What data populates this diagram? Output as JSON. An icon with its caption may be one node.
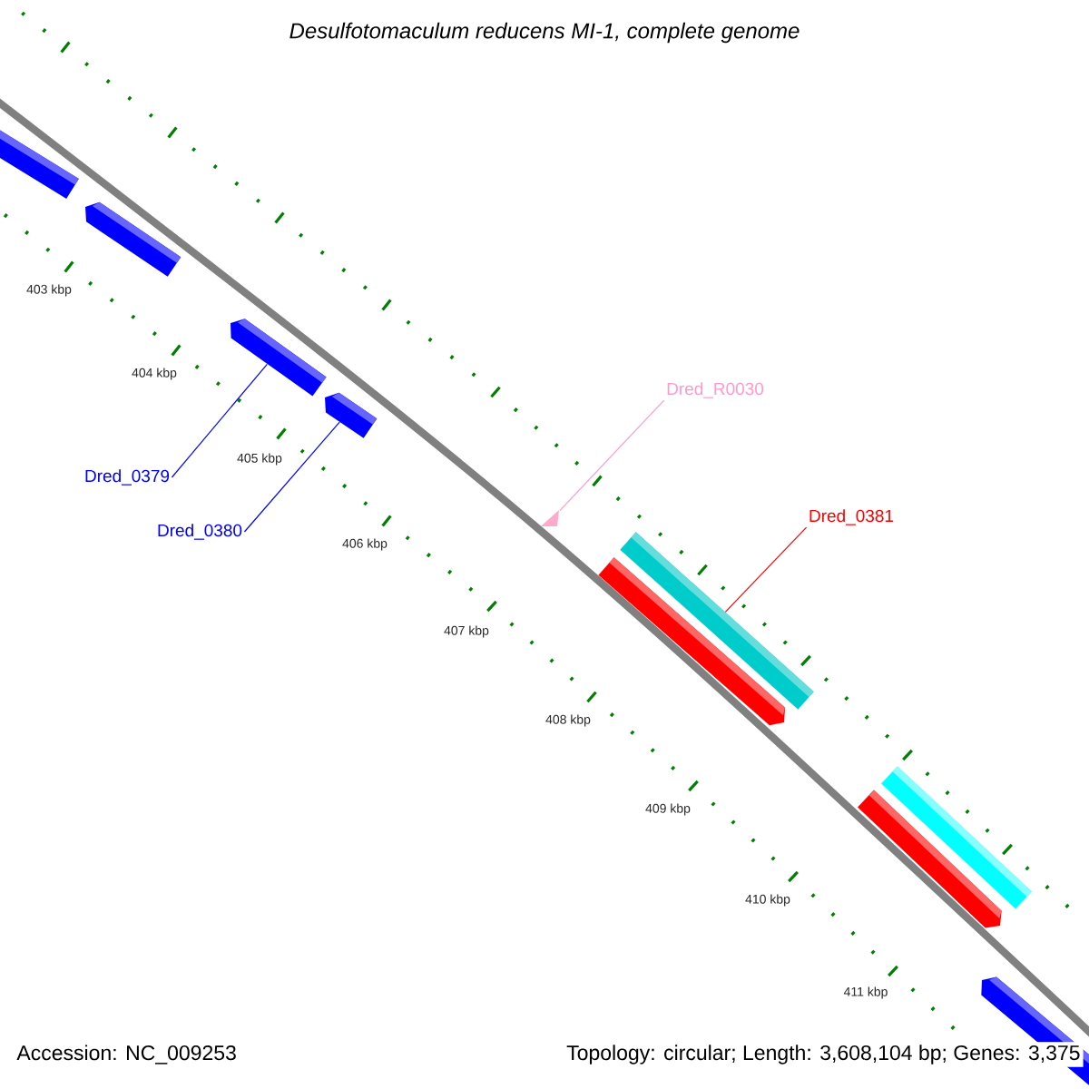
{
  "diagram": {
    "title": "Desulfotomaculum reducens MI-1, complete genome",
    "nodes": [
      {
        "text": [],
        "shape": "bar"
      },
      {
        "text": [],
        "shape": "bar"
      },
      {
        "text": [],
        "shape": "bar"
      },
      {
        "text": [],
        "shape": "bar"
      },
      {
        "text": [
          "Dred_0379"
        ]
      },
      {
        "text": [
          "Dred_0380"
        ]
      },
      {
        "text": [
          "Dred_R0030"
        ]
      },
      {
        "text": [],
        "shape": "triangle"
      },
      {
        "text": [
          "Dred_0381"
        ]
      },
      {
        "text": [],
        "shape": "bar"
      },
      {
        "text": [],
        "shape": "bar"
      },
      {
        "text": [],
        "shape": "bar"
      },
      {
        "text": [],
        "shape": "bar"
      },
      {
        "text": [],
        "shape": "bar"
      }
    ],
    "edges": [
      {
        "from": 4,
        "to": 2,
        "arrow": "none"
      },
      {
        "from": 5,
        "to": 3,
        "arrow": "none"
      },
      {
        "from": 6,
        "to": 7,
        "arrow": "none",
        "color": "#ff99cc"
      },
      {
        "from": 8,
        "to": 9,
        "arrow": "none",
        "color": "#ff0000"
      }
    ],
    "labels": [
      "403 kbp",
      "404 kbp",
      "405 kbp",
      "406 kbp",
      "407 kbp",
      "408 kbp",
      "409 kbp",
      "410 kbp",
      "411 kbp",
      "Accession: NC_009253",
      "Topology: circular; Length: 3,608,104 bp; Genes: 3,375"
    ]
  }
}
